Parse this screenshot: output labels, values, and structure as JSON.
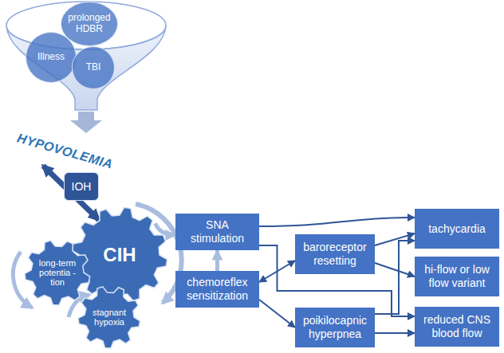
{
  "diagram": {
    "nodes": [
      {
        "text": [
          "prolonged HDBR"
        ]
      },
      {
        "text": [
          "Illness"
        ]
      },
      {
        "text": [
          "TBI"
        ]
      },
      {
        "text": [
          "IOH"
        ]
      },
      {
        "text": [
          "CIH"
        ]
      },
      {
        "text": [
          "long-term potentia -tion"
        ]
      },
      {
        "text": [
          "stagnant hypoxia"
        ]
      },
      {
        "text": [
          "SNA stimulation"
        ]
      },
      {
        "text": [
          "chemoreflex sensitization"
        ]
      },
      {
        "text": [
          "baroreceptor resetting"
        ]
      },
      {
        "text": [
          "poikilocapnic hyperpnea"
        ]
      },
      {
        "text": [
          "tachycardia"
        ]
      },
      {
        "text": [
          "hi-flow or low flow variant"
        ]
      },
      {
        "text": [
          "reduced CNS blood flow"
        ]
      }
    ],
    "edges": [
      {
        "from": 4,
        "to": 7,
        "arrow": "to"
      },
      {
        "from": 8,
        "to": 7,
        "arrow": "to"
      },
      {
        "from": 7,
        "to": 11,
        "arrow": "to"
      },
      {
        "from": 7,
        "to": 13,
        "arrow": "to"
      },
      {
        "from": 8,
        "to": 9,
        "arrow": "both"
      },
      {
        "from": 8,
        "to": 10,
        "arrow": "to"
      },
      {
        "from": 9,
        "to": 11,
        "arrow": "to"
      },
      {
        "from": 9,
        "to": 12,
        "arrow": "to"
      },
      {
        "from": 10,
        "to": 11,
        "arrow": "to"
      },
      {
        "from": 10,
        "to": 13,
        "arrow": "to"
      }
    ],
    "labels": [
      "HYPOVOLEMIA"
    ]
  }
}
